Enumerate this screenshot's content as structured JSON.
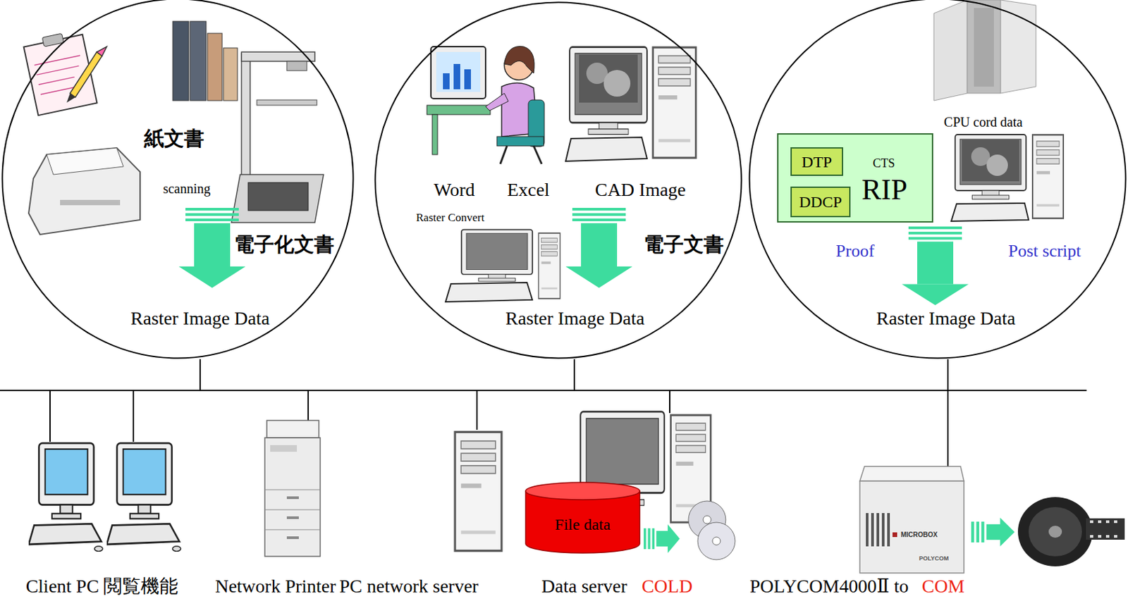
{
  "diagram": {
    "nodes": [
      {
        "text": [
          "紙文書",
          "scanning",
          "電子化文書",
          "Raster Image Data"
        ]
      },
      {
        "text": [
          "Word",
          "Excel",
          "CAD Image",
          "Raster Convert",
          "電子文書",
          "Raster Image Data"
        ]
      },
      {
        "text": [
          "CPU cord data",
          "Proof",
          "Post script",
          "Raster Image Data"
        ]
      },
      {
        "text": [
          "CTS",
          "RIP"
        ],
        "in": 2
      },
      {
        "text": [
          "DTP"
        ],
        "in": 3
      },
      {
        "text": [
          "DDCP"
        ],
        "in": 3
      },
      {
        "text": [
          "File data"
        ]
      }
    ],
    "labels": [
      "Client PC 閲覧機能",
      "Network Printer",
      "PC network server",
      "Data server",
      "COLD",
      "POLYCOM4000Ⅱ to",
      "COM",
      "MICROBOX",
      "POLYCOM"
    ]
  }
}
